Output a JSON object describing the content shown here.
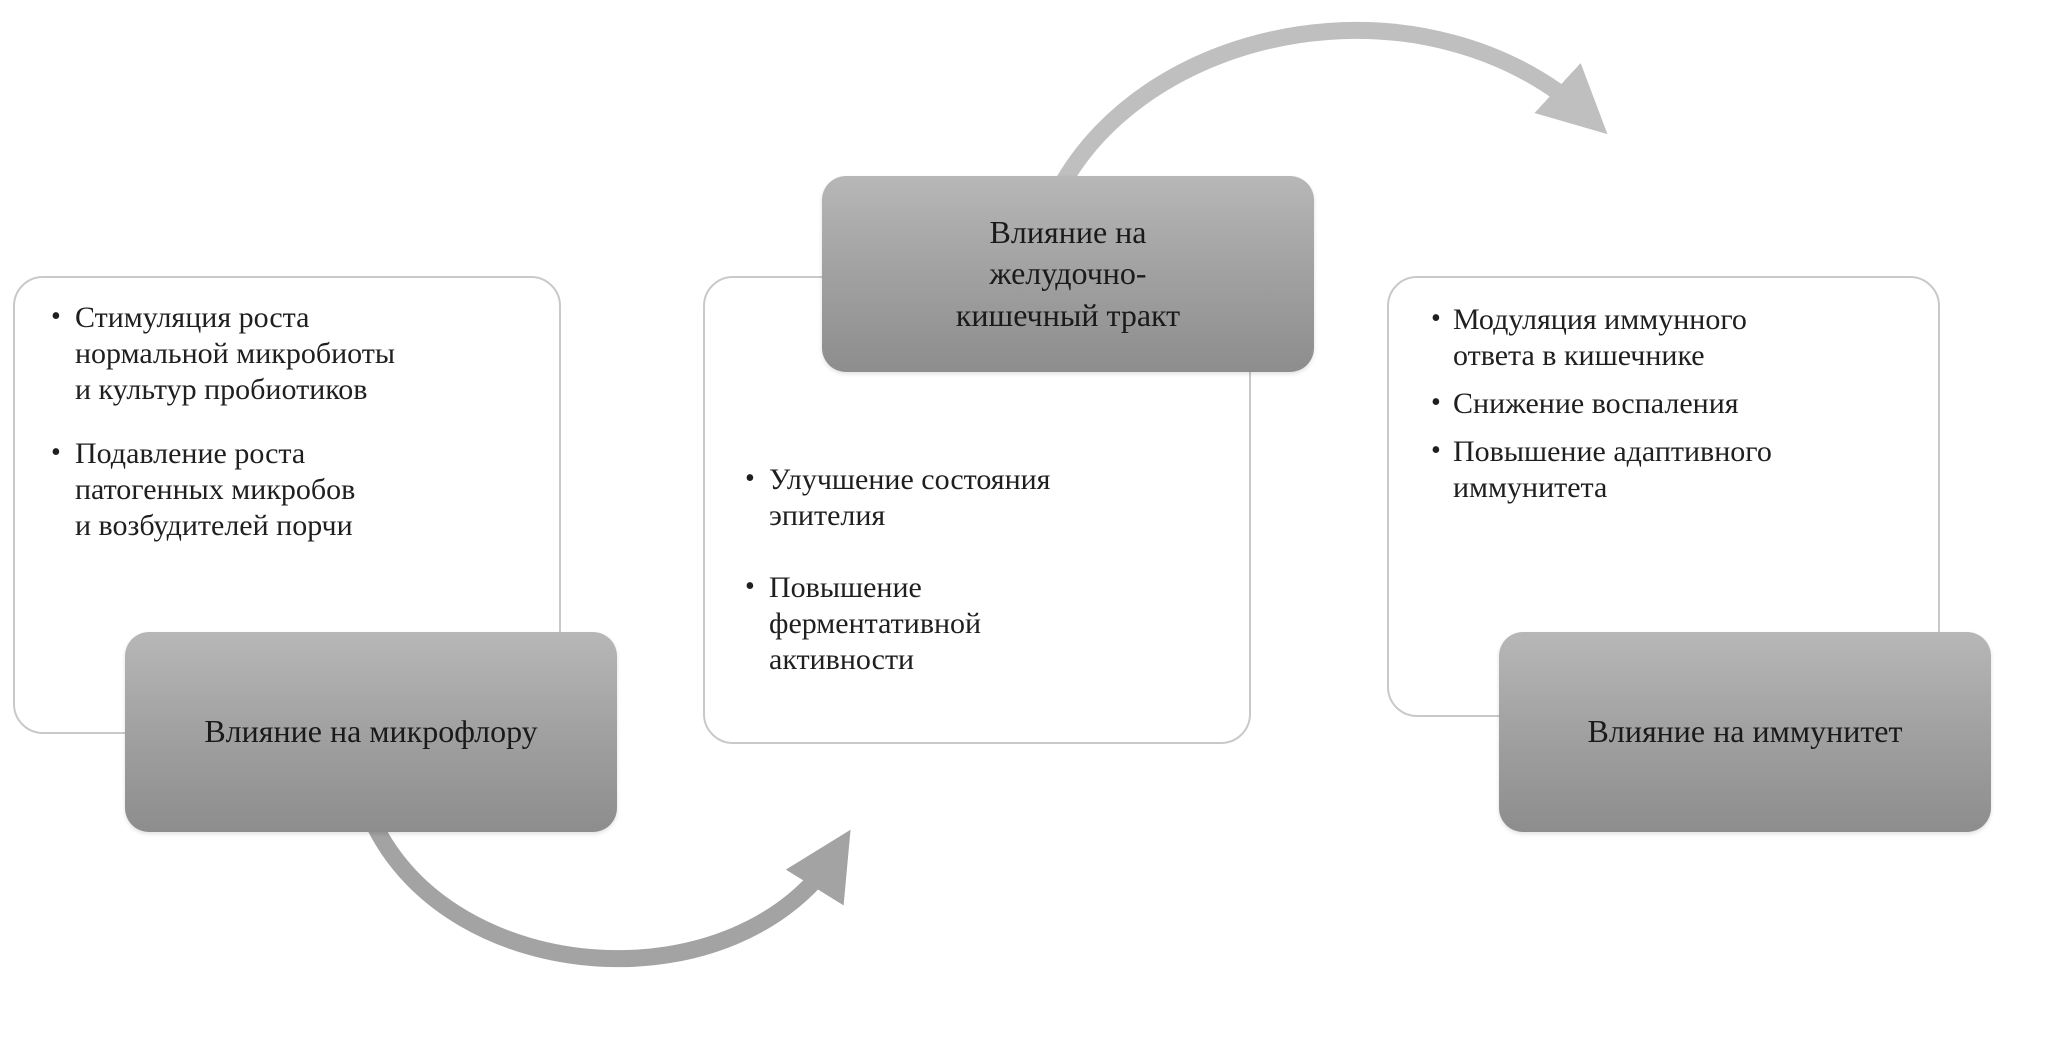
{
  "diagram": {
    "cards": [
      {
        "label": "Влияние на микрофлору",
        "bullets": [
          "Стимуляция роста\nнормальной микробиоты\nи культур пробиотиков",
          "Подавление роста\nпатогенных микробов\nи возбудителей порчи"
        ]
      },
      {
        "label": "Влияние на\nжелудочно-\nкишечный тракт",
        "bullets": [
          "Улучшение состояния\nэпителия",
          "Повышение\nферментативной\nактивности"
        ]
      },
      {
        "label": "Влияние на иммунитет",
        "bullets": [
          "Модуляция иммунного\nответа в кишечнике",
          "Снижение воспаления",
          "Повышение адаптивного\nиммунитета"
        ]
      }
    ],
    "colors": {
      "label_box_top": "#b7b7b7",
      "label_box_bottom": "#8d8d8d",
      "card_border": "#c9c9c9",
      "arrow_top": "#bfbfbf",
      "arrow_bottom": "#a3a3a3",
      "text": "#1f1f1f"
    }
  }
}
